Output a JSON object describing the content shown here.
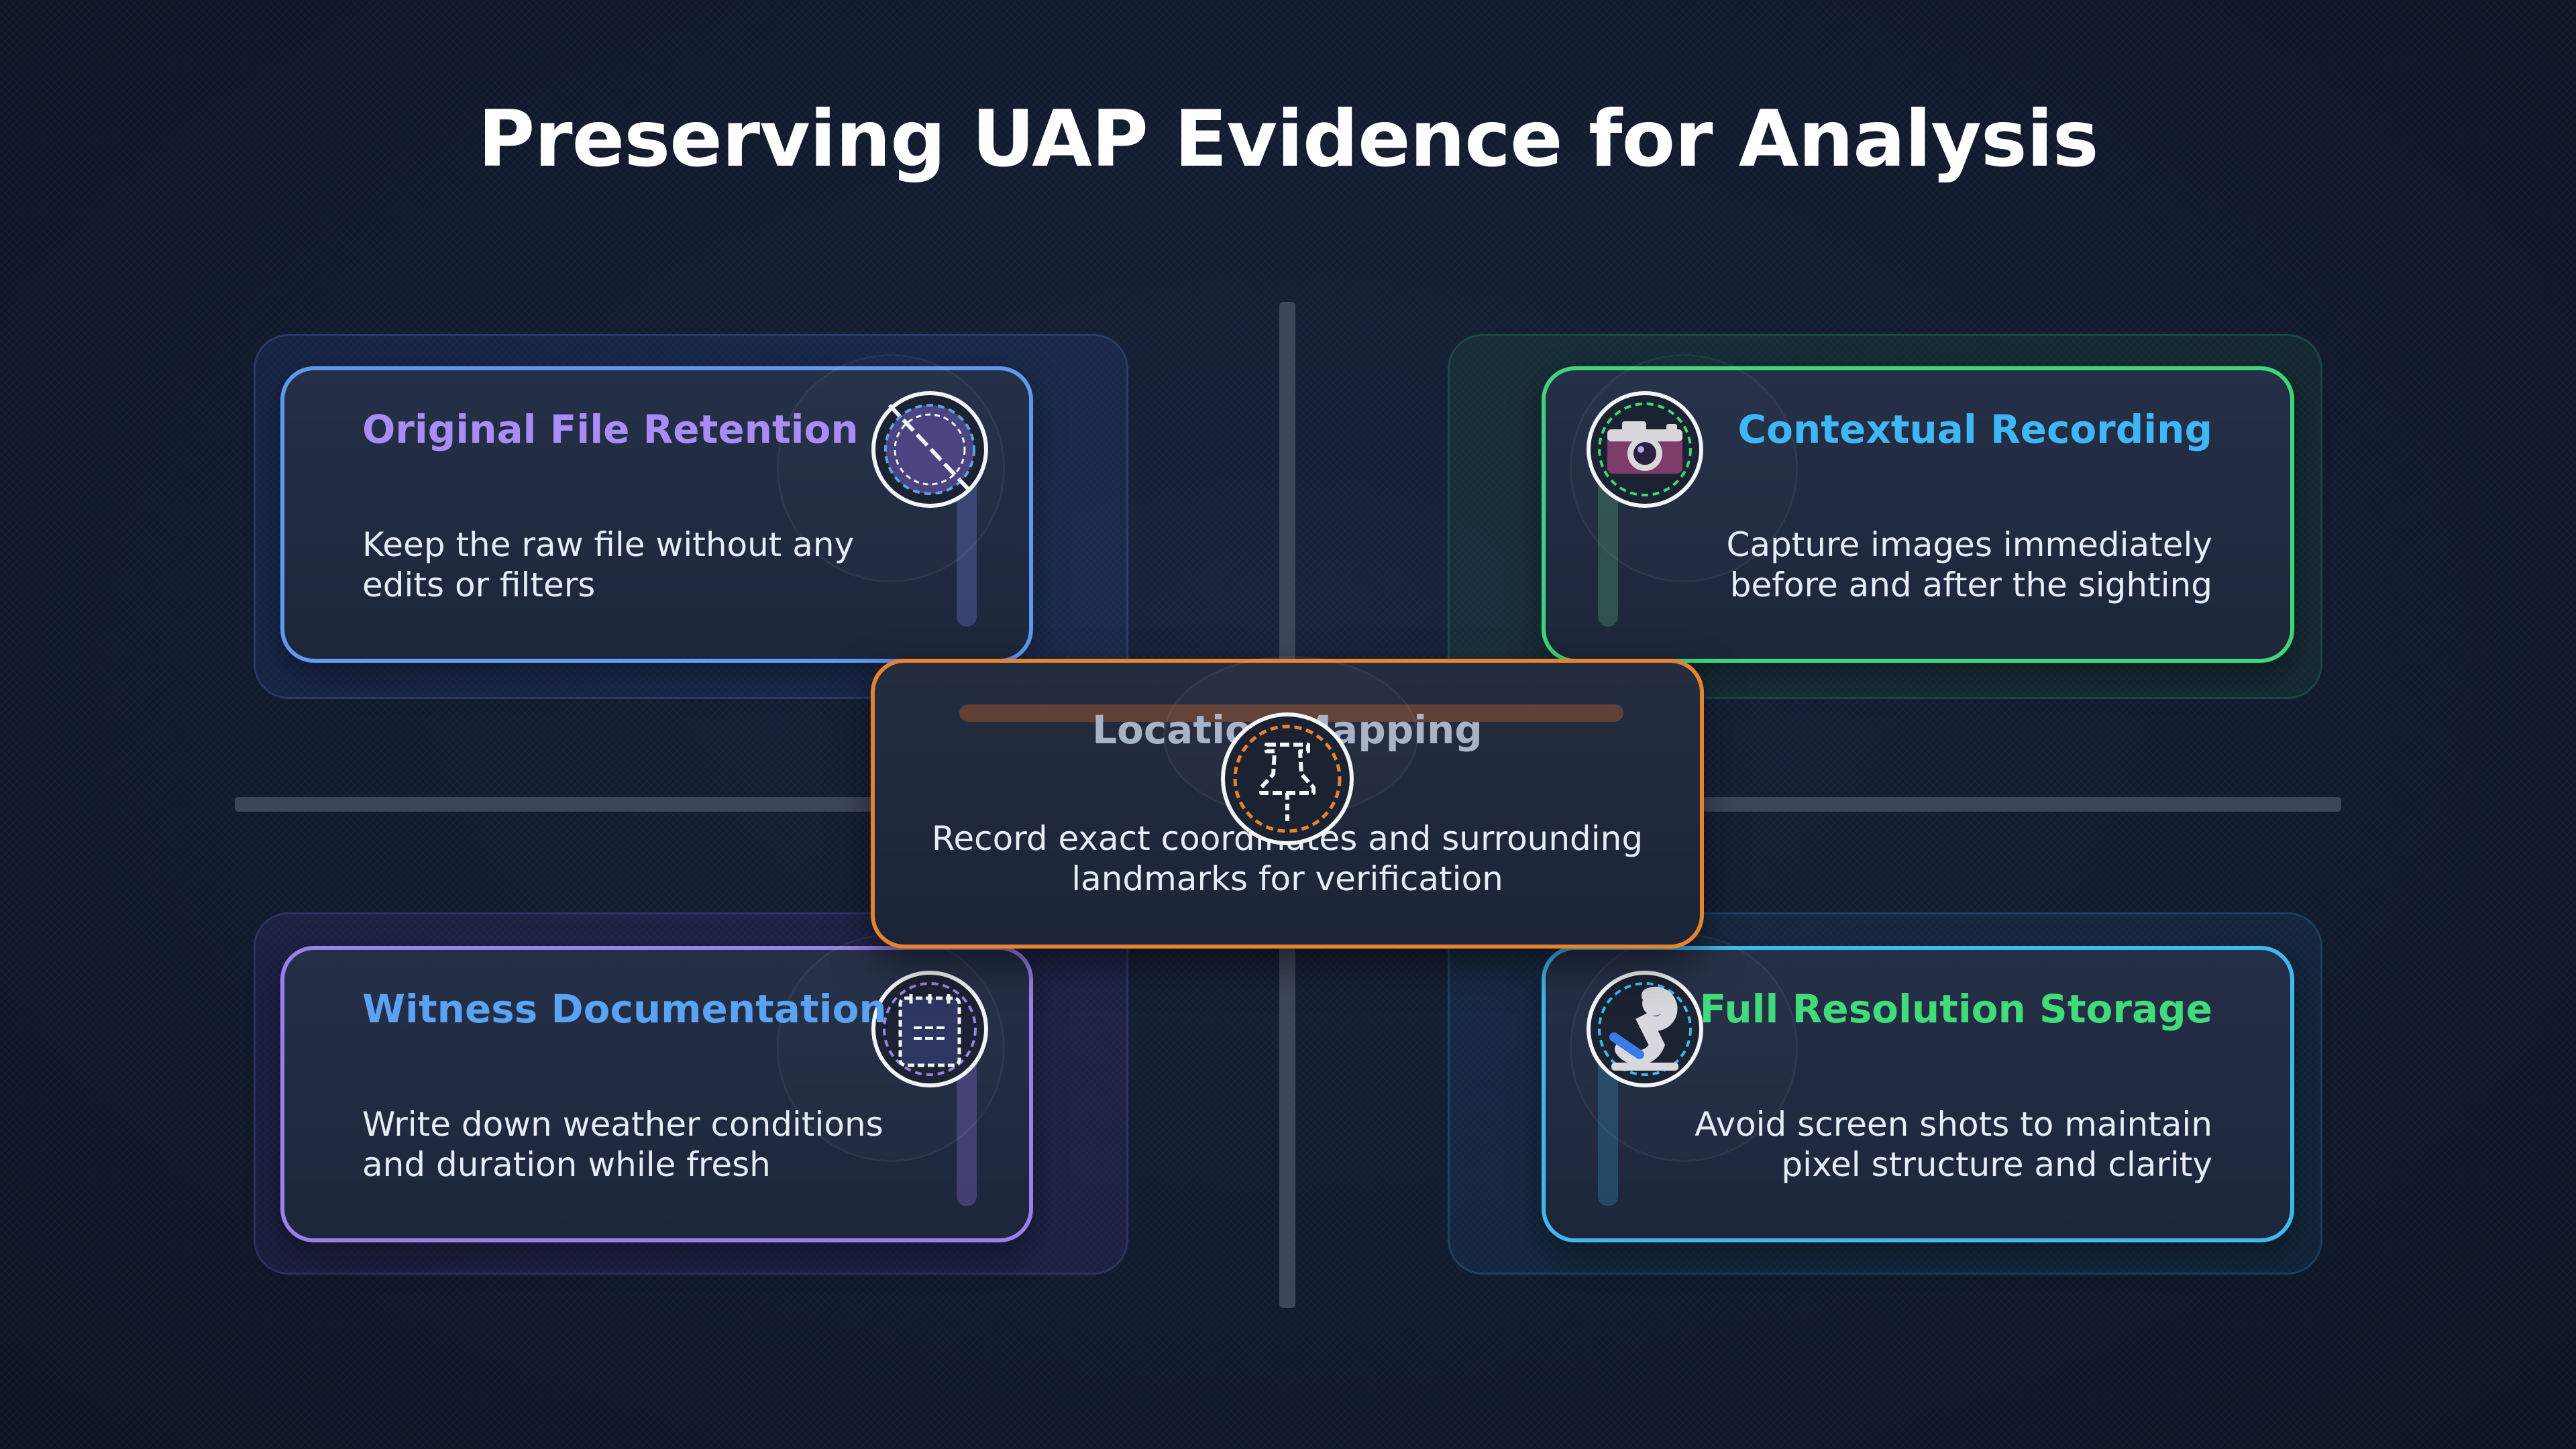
{
  "title": "Preserving UAP Evidence for Analysis",
  "colors": {
    "background": "#111a2e",
    "card_top_left_border": "#5f98ec",
    "card_top_right_border": "#3fd679",
    "card_bottom_left_border": "#9a80ea",
    "card_bottom_right_border": "#3fb8ee",
    "center_border": "#e7822d"
  },
  "cards": {
    "top_left": {
      "title": "Original File Retention",
      "description": "Keep the raw file without any\nedits or filters",
      "icon": "no-edit-icon"
    },
    "top_right": {
      "title": "Contextual Recording",
      "description": "Capture images immediately\nbefore and after the sighting",
      "icon": "camera-icon"
    },
    "bottom_left": {
      "title": "Witness Documentation",
      "description": "Write down weather conditions\nand duration while fresh",
      "icon": "notepad-icon"
    },
    "bottom_right": {
      "title": "Full Resolution Storage",
      "description": "Avoid screen shots to maintain\npixel structure and clarity",
      "icon": "microscope-icon"
    }
  },
  "center": {
    "title": "Location Mapping",
    "description": "Record exact coordinates and surrounding\nlandmarks for verification",
    "icon": "pushpin-icon"
  }
}
